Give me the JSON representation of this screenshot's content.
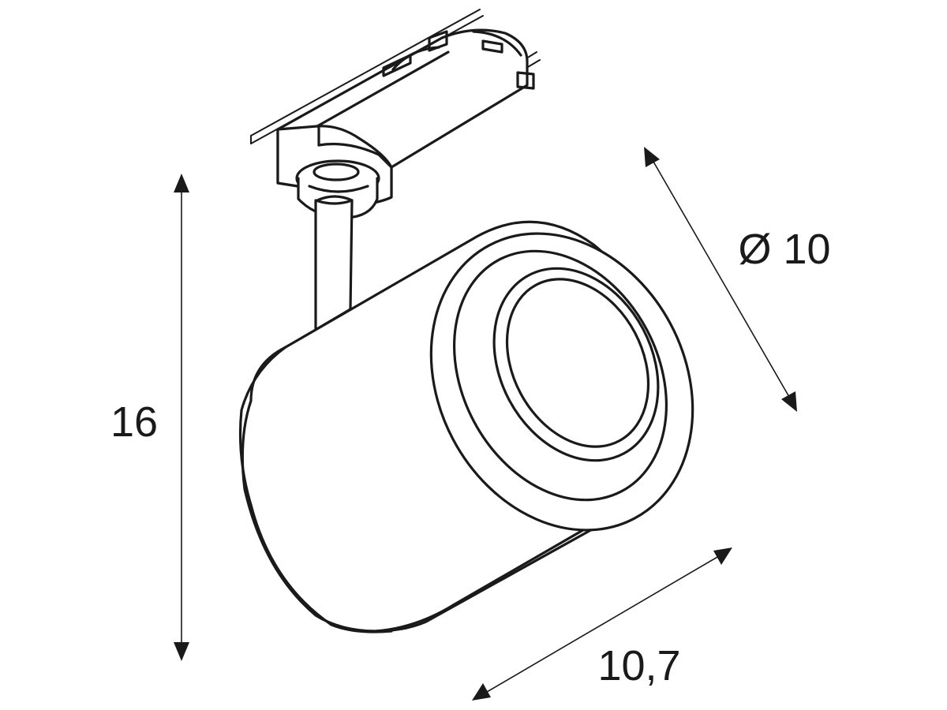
{
  "dimensions": {
    "height_label": "16",
    "diameter_label": "Ø 10",
    "length_label": "10,7"
  },
  "colors": {
    "ink": "#1a1a1a",
    "background": "#ffffff"
  }
}
